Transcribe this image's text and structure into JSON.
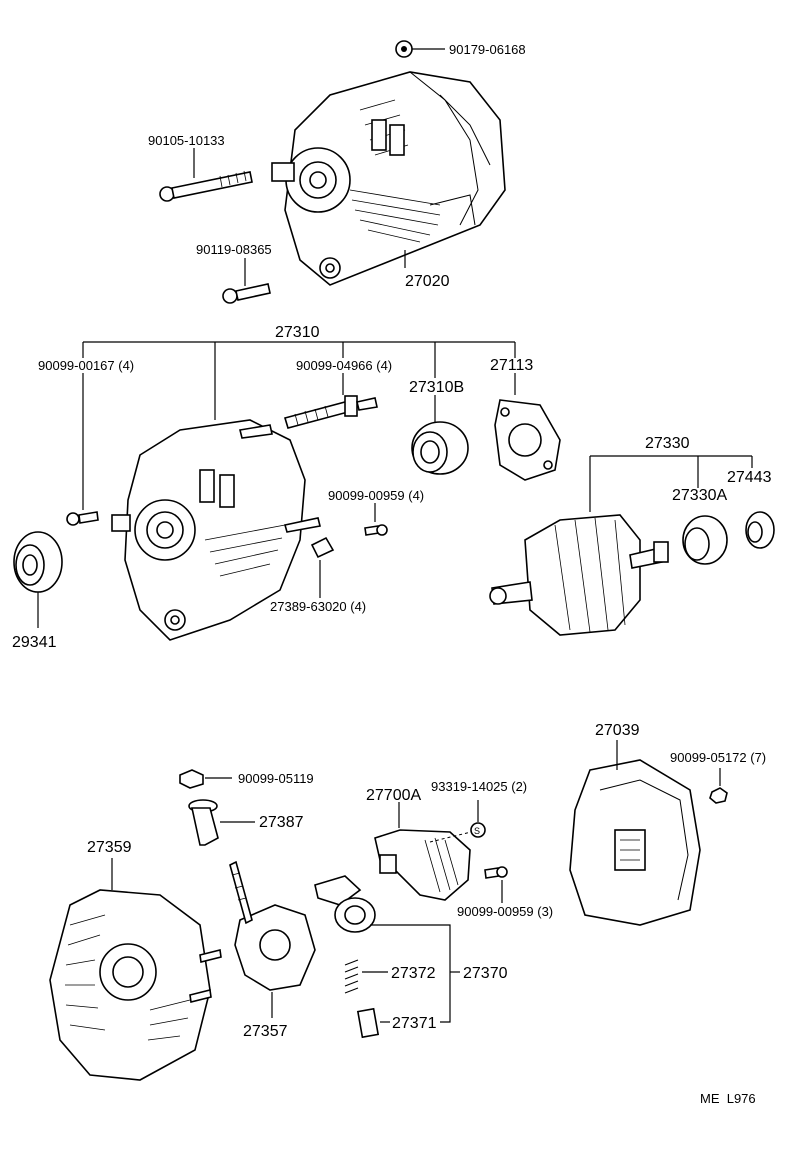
{
  "parts": {
    "p90179_06168": "90179-06168",
    "p90105_10133": "90105-10133",
    "p90119_08365": "90119-08365",
    "p27020": "27020",
    "p27310": "27310",
    "p90099_00167": "90099-00167 (4)",
    "p90099_04966": "90099-04966 (4)",
    "p27310B": "27310B",
    "p27113": "27113",
    "p90099_00959_4": "90099-00959 (4)",
    "p27389_63020": "27389-63020 (4)",
    "p29341": "29341",
    "p27330": "27330",
    "p27443": "27443",
    "p27330A": "27330A",
    "p27039": "27039",
    "p90099_05172": "90099-05172 (7)",
    "p90099_05119": "90099-05119",
    "p27387": "27387",
    "p27700A": "27700A",
    "p93319_14025": "93319-14025 (2)",
    "p27359": "27359",
    "p90099_00959_3": "90099-00959 (3)",
    "p27372": "27372",
    "p27370": "27370",
    "p27371": "27371",
    "p27357": "27357"
  },
  "footer": {
    "code": "ME  L976"
  }
}
